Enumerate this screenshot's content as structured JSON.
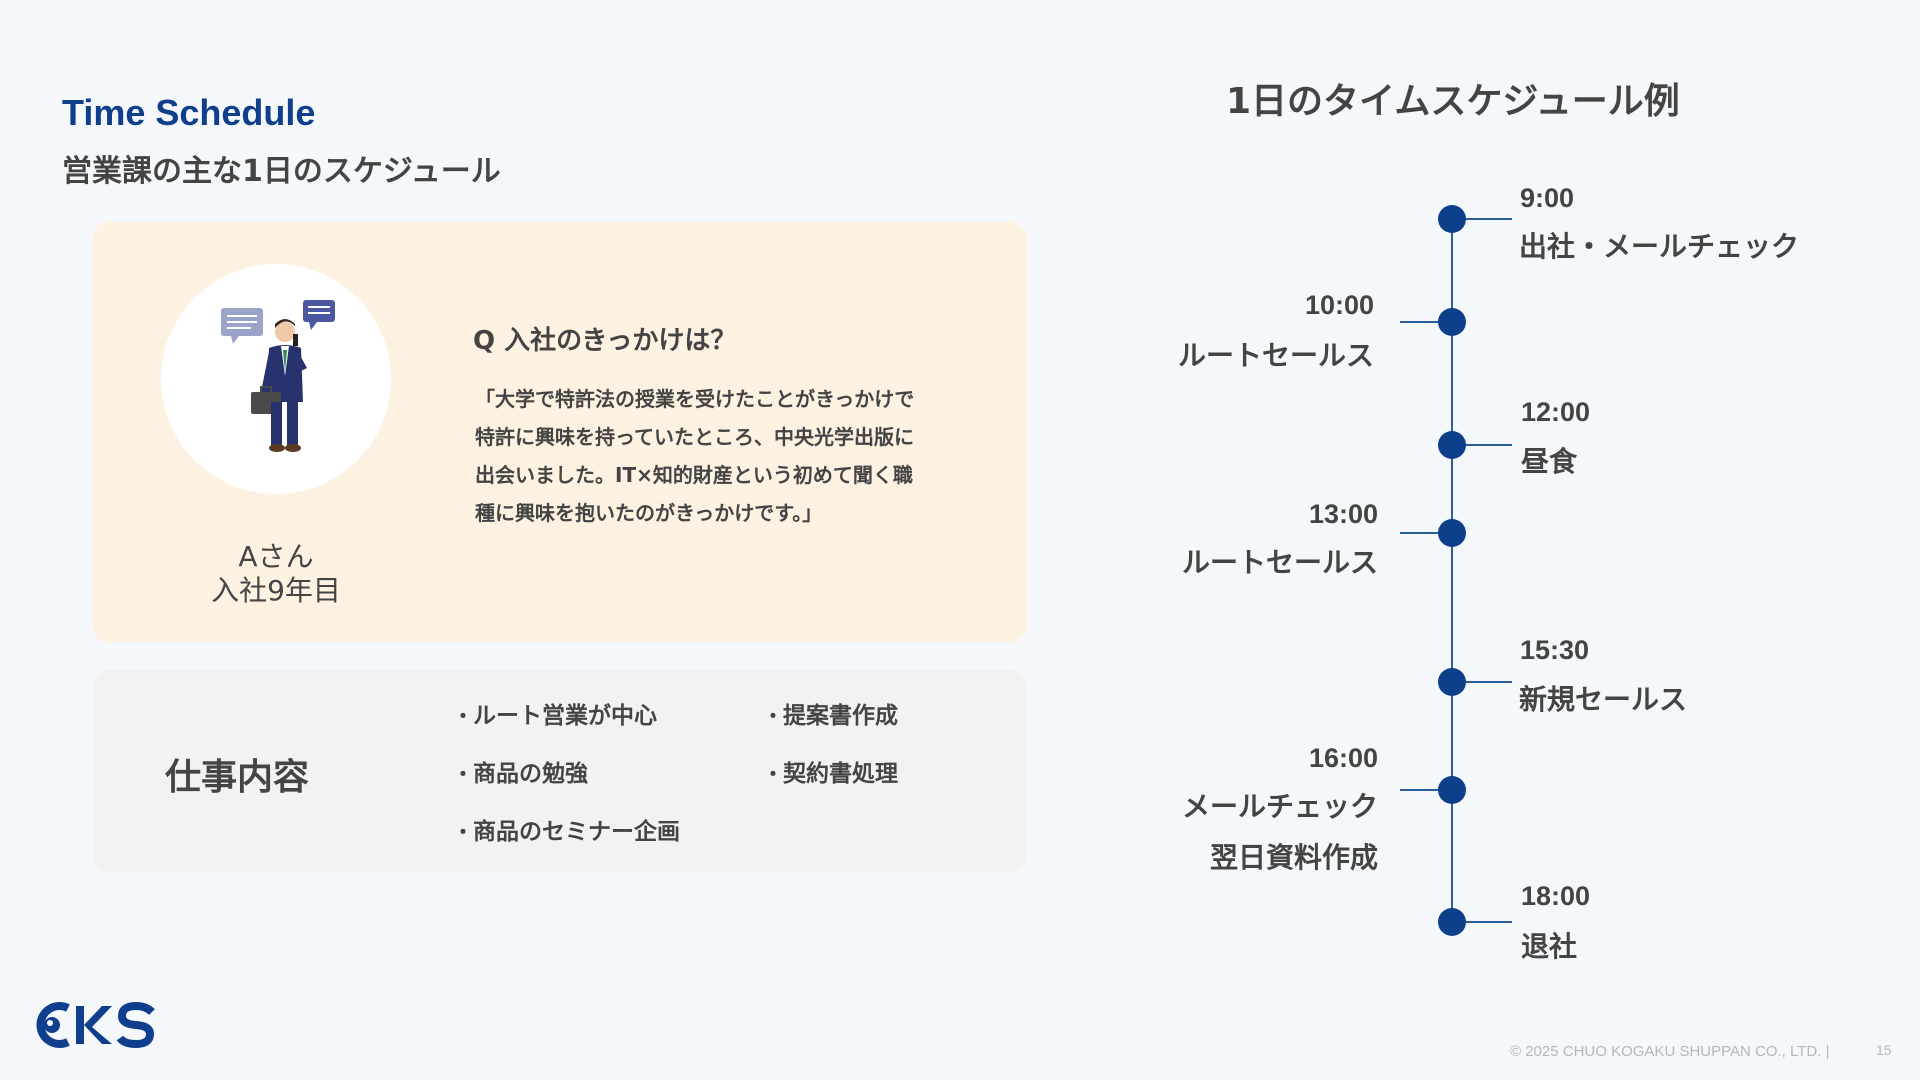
{
  "header": {
    "title_en": "Time Schedule",
    "title_ja": "営業課の主な1日のスケジュール"
  },
  "profile": {
    "name": "Aさん",
    "tenure": "入社9年目",
    "question": "Q 入社のきっかけは？",
    "answer_lines": [
      "「大学で特許法の授業を受けたことがきっかけで",
      "特許に興味を持っていたところ、中央光学出版に",
      "出会いました。IT×知的財産という初めて聞く職",
      "種に興味を抱いたのがきっかけです。」"
    ]
  },
  "work": {
    "title": "仕事内容",
    "items": [
      "ルート営業が中心",
      "提案書作成",
      "商品の勉強",
      "契約書処理",
      "商品のセミナー企画"
    ]
  },
  "timeline": {
    "title": "1日のタイムスケジュール例",
    "events": [
      {
        "time": "9:00",
        "label": "出社・メールチェック"
      },
      {
        "time": "10:00",
        "label": "ルートセールス"
      },
      {
        "time": "12:00",
        "label": "昼食"
      },
      {
        "time": "13:00",
        "label": "ルートセールス"
      },
      {
        "time": "15:30",
        "label": "新規セールス"
      },
      {
        "time": "16:00",
        "label": "メールチェック",
        "label2": "翌日資料作成"
      },
      {
        "time": "18:00",
        "label": "退社"
      }
    ]
  },
  "footer": {
    "copyright": "© 2025 CHUO KOGAKU SHUPPAN CO., LTD. |",
    "page": "15",
    "logo_text": "CKS"
  },
  "colors": {
    "accent": "#0f3f8c",
    "background": "#f4f8fa",
    "profile_card": "#fdf1e1",
    "work_card": "#f1f2f3"
  }
}
